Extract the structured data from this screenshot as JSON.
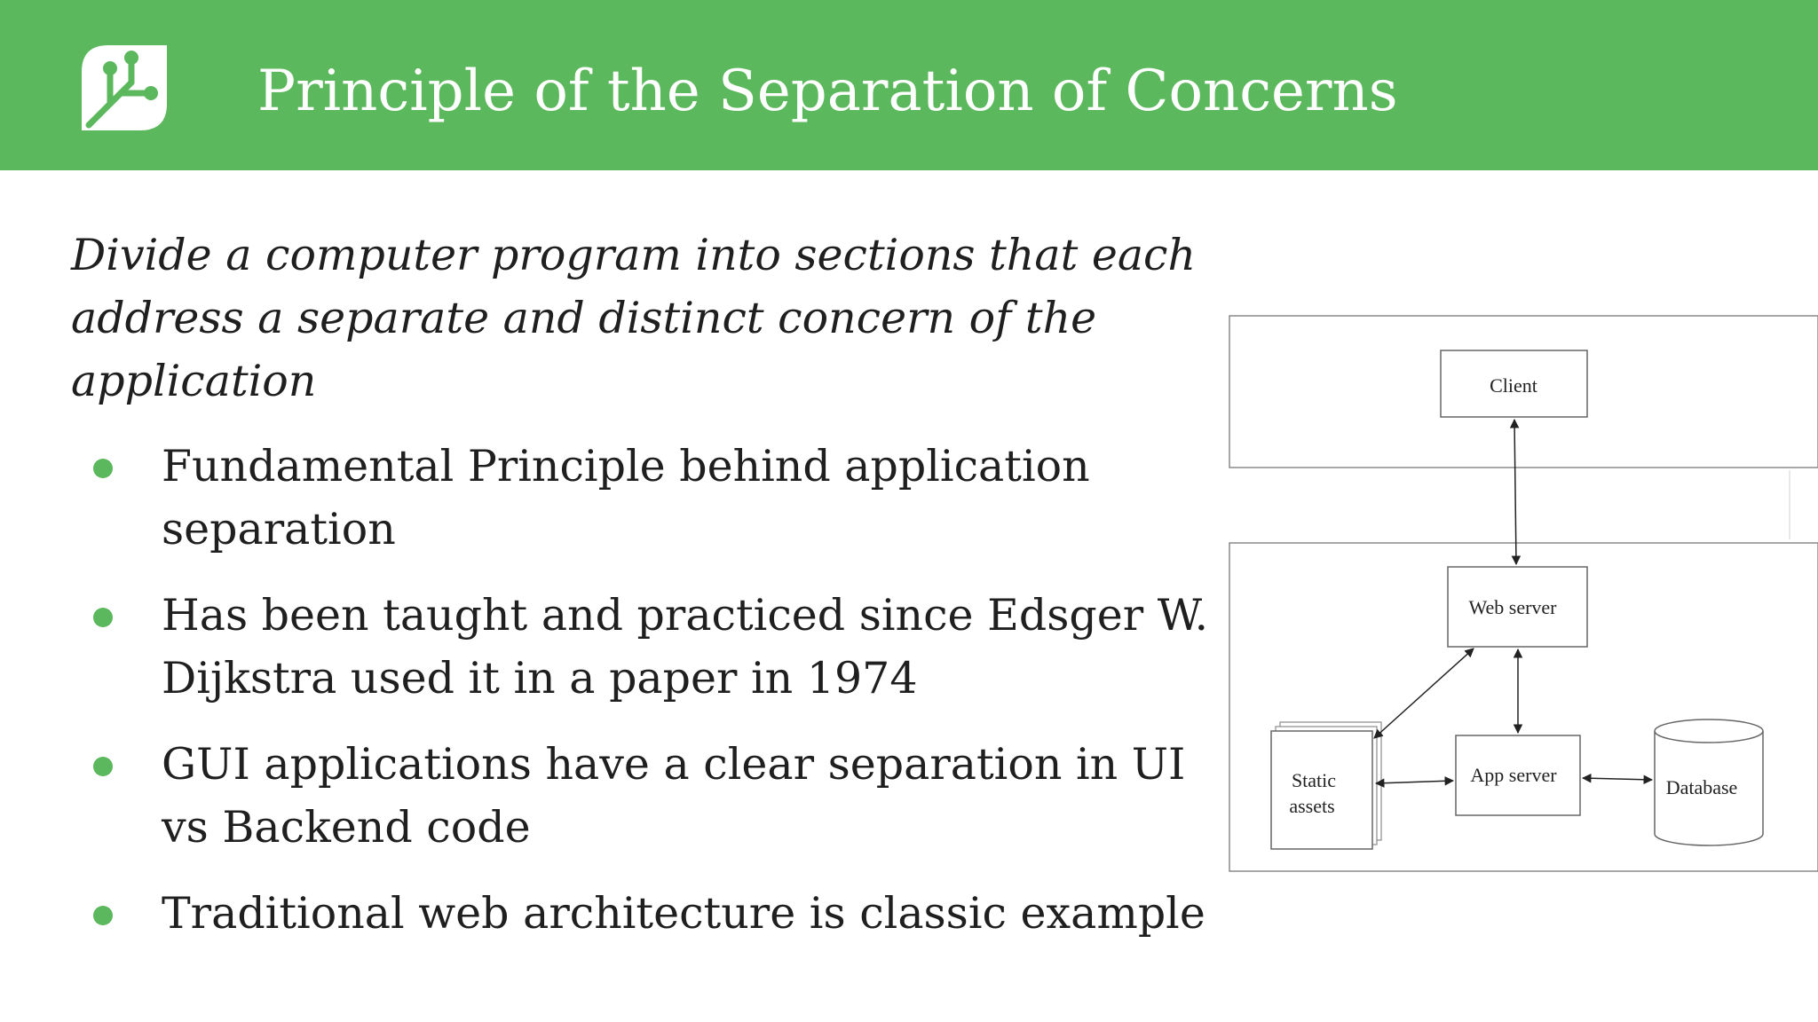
{
  "header": {
    "title": "Principle of the Separation of Concerns",
    "background_color": "#5cb85c",
    "logo_icon": "leaf-circuit-icon"
  },
  "intro": {
    "text": "Divide a computer program into sections that each address a separate and distinct concern of the application"
  },
  "bullets": [
    {
      "text": "Fundamental Principle behind application separation"
    },
    {
      "text": "Has been taught and practiced since Edsger W. Dijkstra used it in a paper in 1974"
    },
    {
      "text": "GUI applications have a clear separation in UI vs Backend code"
    },
    {
      "text": "Traditional web architecture is classic example"
    }
  ],
  "bullet_color": "#5cb85c",
  "diagram": {
    "nodes": {
      "client": "Client",
      "web_server": "Web server",
      "app_server": "App server",
      "static_assets_line1": "Static",
      "static_assets_line2": "assets",
      "database": "Database"
    }
  }
}
